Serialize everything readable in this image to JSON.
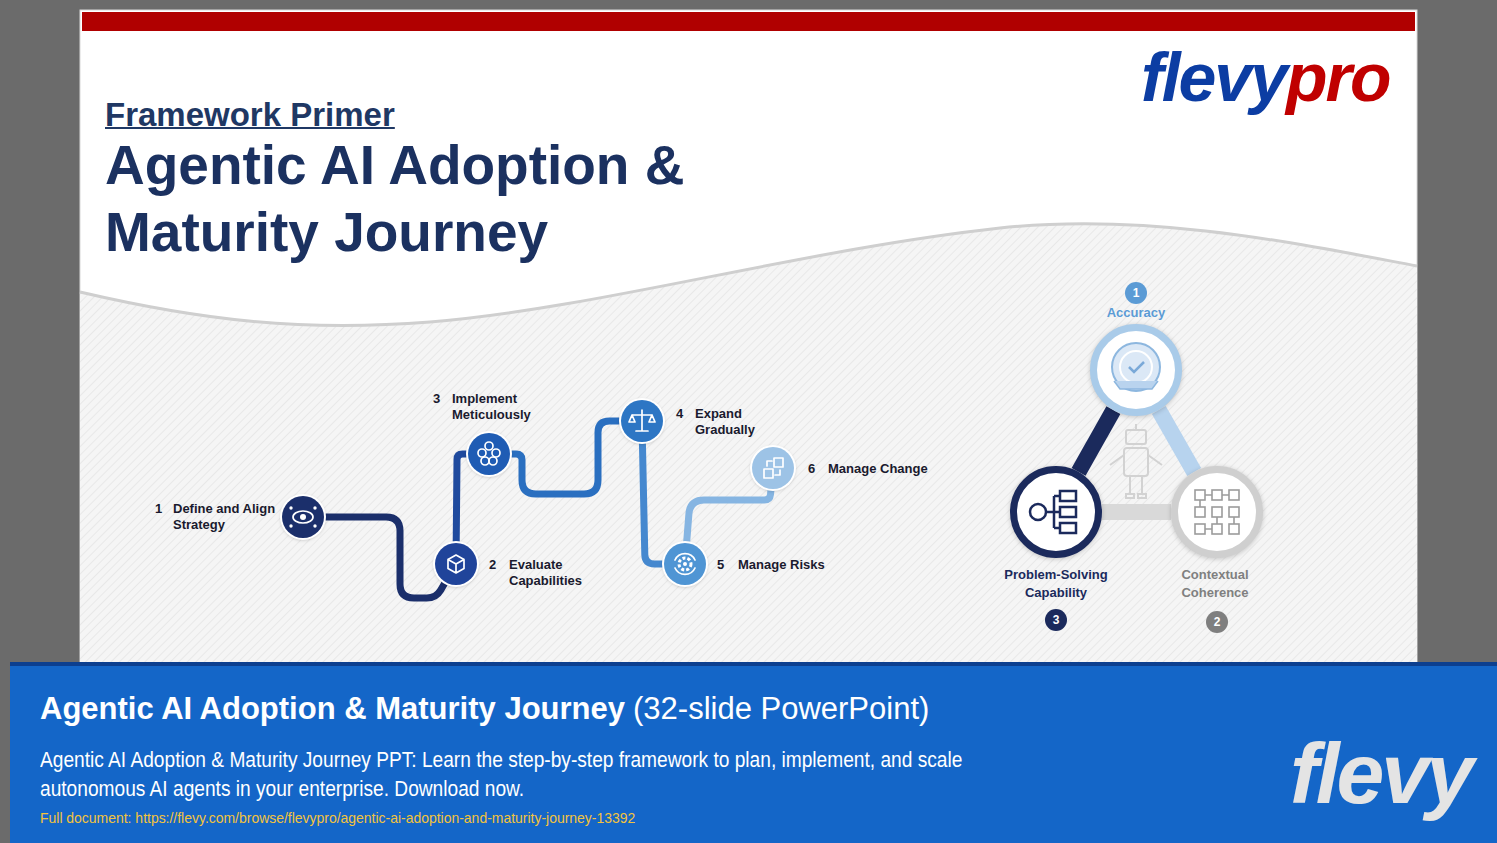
{
  "diagram": {
    "title": "Agentic AI Adoption & Maturity Journey",
    "nodes": [
      {
        "text": [
          "1",
          "Define and Align Strategy"
        ]
      },
      {
        "text": [
          "2",
          "Evaluate Capabilities"
        ]
      },
      {
        "text": [
          "3",
          "Implement Meticulously"
        ]
      },
      {
        "text": [
          "4",
          "Expand Gradually"
        ]
      },
      {
        "text": [
          "5",
          "Manage Risks"
        ]
      },
      {
        "text": [
          "6",
          "Manage Change"
        ]
      },
      {
        "text": [
          "1",
          "Accuracy"
        ]
      },
      {
        "text": [
          "Contextual Coherence",
          "2"
        ]
      },
      {
        "text": [
          "Problem-Solving Capability",
          "3"
        ]
      }
    ],
    "edges": [
      {
        "from": 0,
        "to": 1,
        "arrow": "none"
      },
      {
        "from": 1,
        "to": 2,
        "arrow": "none"
      },
      {
        "from": 2,
        "to": 3,
        "arrow": "none"
      },
      {
        "from": 3,
        "to": 4,
        "arrow": "none"
      },
      {
        "from": 4,
        "to": 5,
        "arrow": "none"
      },
      {
        "from": 6,
        "to": 7,
        "arrow": "none"
      },
      {
        "from": 7,
        "to": 8,
        "arrow": "none"
      },
      {
        "from": 8,
        "to": 6,
        "arrow": "none"
      }
    ],
    "labels": [
      "Framework Primer",
      "flevy",
      "pro",
      "Agentic AI Adoption & Maturity Journey",
      "(32-slide PowerPoint)",
      "Agentic AI Adoption & Maturity Journey PPT: Learn the step-by-step framework to plan, implement, and scale autonomous AI agents in your enterprise. Download now.",
      "Full document: https://flevy.com/browse/flevypro/agentic-ai-adoption-and-maturity-journey-13392",
      "flevy"
    ]
  }
}
